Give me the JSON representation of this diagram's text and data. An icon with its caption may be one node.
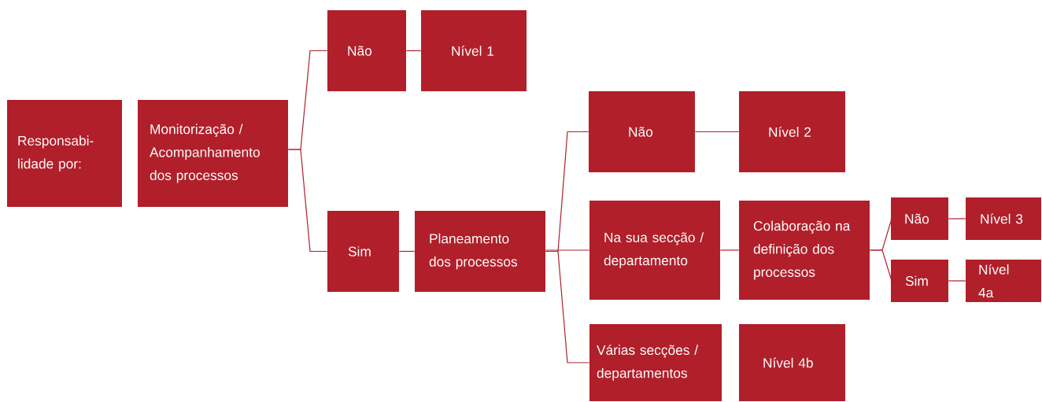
{
  "diagram": {
    "nodes": [
      {
        "text": [
          "Responsabi- lidade por:"
        ]
      },
      {
        "text": [
          "Monitorização / Acompanhamento dos processos"
        ]
      },
      {
        "text": [
          "Não"
        ]
      },
      {
        "text": [
          "Nível 1"
        ]
      },
      {
        "text": [
          "Sim"
        ]
      },
      {
        "text": [
          "Planeamento dos processos"
        ]
      },
      {
        "text": [
          "Não"
        ]
      },
      {
        "text": [
          "Nível 2"
        ]
      },
      {
        "text": [
          "Na sua secção / departamento"
        ]
      },
      {
        "text": [
          "Colaboração na definição dos processos"
        ]
      },
      {
        "text": [
          "Não"
        ]
      },
      {
        "text": [
          "Nível 3"
        ]
      },
      {
        "text": [
          "Sim"
        ]
      },
      {
        "text": [
          "Nível 4a"
        ]
      },
      {
        "text": [
          "Várias secções / departamentos"
        ]
      },
      {
        "text": [
          "Nível 4b"
        ]
      }
    ],
    "edges": [
      {
        "from": 1,
        "to": 2,
        "arrow": "none"
      },
      {
        "from": 1,
        "to": 4,
        "arrow": "none"
      },
      {
        "from": 2,
        "to": 3,
        "arrow": "none"
      },
      {
        "from": 4,
        "to": 5,
        "arrow": "none"
      },
      {
        "from": 5,
        "to": 6,
        "arrow": "none"
      },
      {
        "from": 5,
        "to": 8,
        "arrow": "none"
      },
      {
        "from": 5,
        "to": 14,
        "arrow": "none"
      },
      {
        "from": 6,
        "to": 7,
        "arrow": "none"
      },
      {
        "from": 8,
        "to": 9,
        "arrow": "none"
      },
      {
        "from": 9,
        "to": 10,
        "arrow": "none"
      },
      {
        "from": 9,
        "to": 12,
        "arrow": "none"
      },
      {
        "from": 10,
        "to": 11,
        "arrow": "none"
      },
      {
        "from": 12,
        "to": 13,
        "arrow": "none"
      }
    ]
  }
}
